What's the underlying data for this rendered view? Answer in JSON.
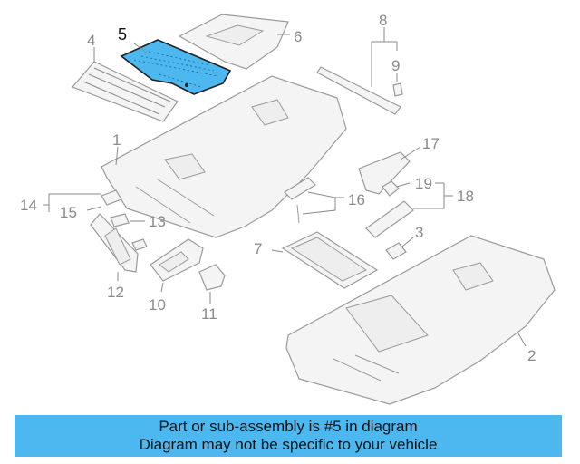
{
  "colors": {
    "banner_bg": "#4db8f0",
    "highlight": "#4db8f0",
    "label": "#8a8a8a",
    "line": "#9a9a9a"
  },
  "callouts": {
    "c1": "1",
    "c2": "2",
    "c3": "3",
    "c4": "4",
    "c5": "5",
    "c6": "6",
    "c7": "7",
    "c8": "8",
    "c9": "9",
    "c10": "10",
    "c11": "11",
    "c12": "12",
    "c13": "13",
    "c14": "14",
    "c15": "15",
    "c16": "16",
    "c17": "17",
    "c18": "18",
    "c19": "19"
  },
  "highlighted_part": "5",
  "banner": {
    "line1": "Part or sub-assembly is #5 in diagram",
    "line2": "Diagram may not be specific to your vehicle"
  }
}
